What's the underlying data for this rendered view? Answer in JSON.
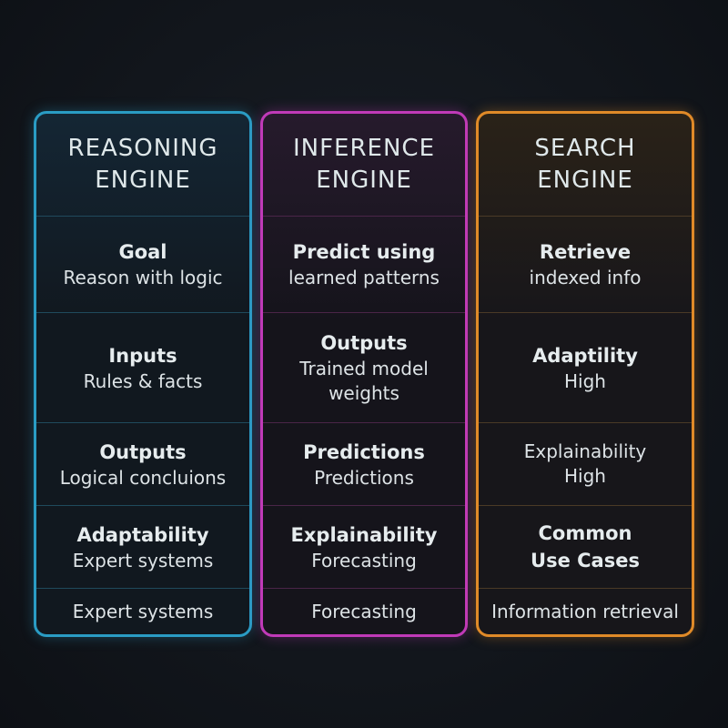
{
  "columns": [
    {
      "header": "REASONING\nENGINE",
      "color": "#2a9cc4",
      "cells": [
        {
          "title": "Goal",
          "text": "Reason with logic"
        },
        {
          "title": "Inputs",
          "text": "Rules & facts"
        },
        {
          "title": "Outputs",
          "text": "Logical concluions"
        },
        {
          "title": "Adaptability",
          "text": "Expert systems"
        },
        {
          "title": "",
          "text": "Expert systems"
        }
      ]
    },
    {
      "header": "INFERENCE\nENGINE",
      "color": "#c03ab8",
      "cells": [
        {
          "title": "Predict using",
          "text": "learned patterns"
        },
        {
          "title": "Outputs",
          "text": "Trained model\nweights"
        },
        {
          "title": "Predictions",
          "text": "Predictions"
        },
        {
          "title": "Explainability",
          "text": "Forecasting"
        },
        {
          "title": "",
          "text": "Forecasting"
        }
      ]
    },
    {
      "header": "SEARCH\nENGINE",
      "color": "#e08a28",
      "cells": [
        {
          "title": "Retrieve",
          "text": "indexed info"
        },
        {
          "title": "Adaptility",
          "text": "High"
        },
        {
          "title": "",
          "text": "Explainability\nHigh"
        },
        {
          "title": "Common\nUse Cases",
          "text": ""
        },
        {
          "title": "",
          "text": "Information retrieval"
        }
      ]
    }
  ]
}
